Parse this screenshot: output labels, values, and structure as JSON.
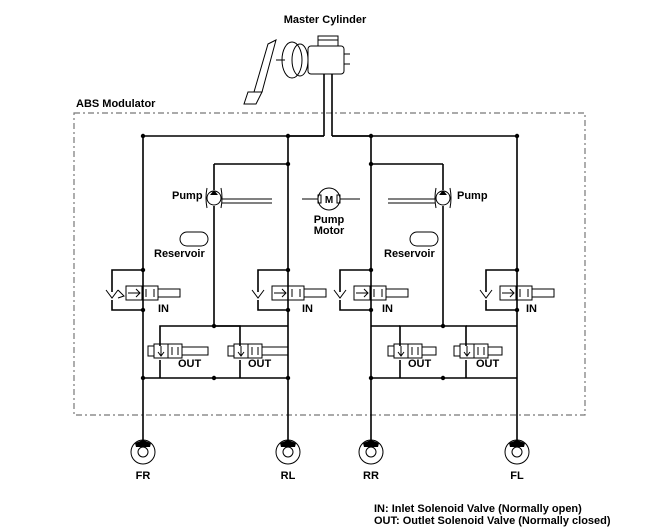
{
  "labels": {
    "master_cylinder": "Master Cylinder",
    "abs_modulator": "ABS Modulator",
    "pump_left": "Pump",
    "pump_right": "Pump",
    "pump_motor_line1": "Pump",
    "pump_motor_line2": "Motor",
    "reservoir_left": "Reservoir",
    "reservoir_right": "Reservoir",
    "motor_symbol": "M",
    "inlet_valves": [
      "IN",
      "IN",
      "IN",
      "IN"
    ],
    "outlet_valves": [
      "OUT",
      "OUT",
      "OUT",
      "OUT"
    ],
    "wheels": [
      "FR",
      "RL",
      "RR",
      "FL"
    ]
  },
  "legend": {
    "in_line": "IN: Inlet Solenoid Valve (Normally open)",
    "out_line": "OUT: Outlet Solenoid Valve (Normally closed)"
  }
}
